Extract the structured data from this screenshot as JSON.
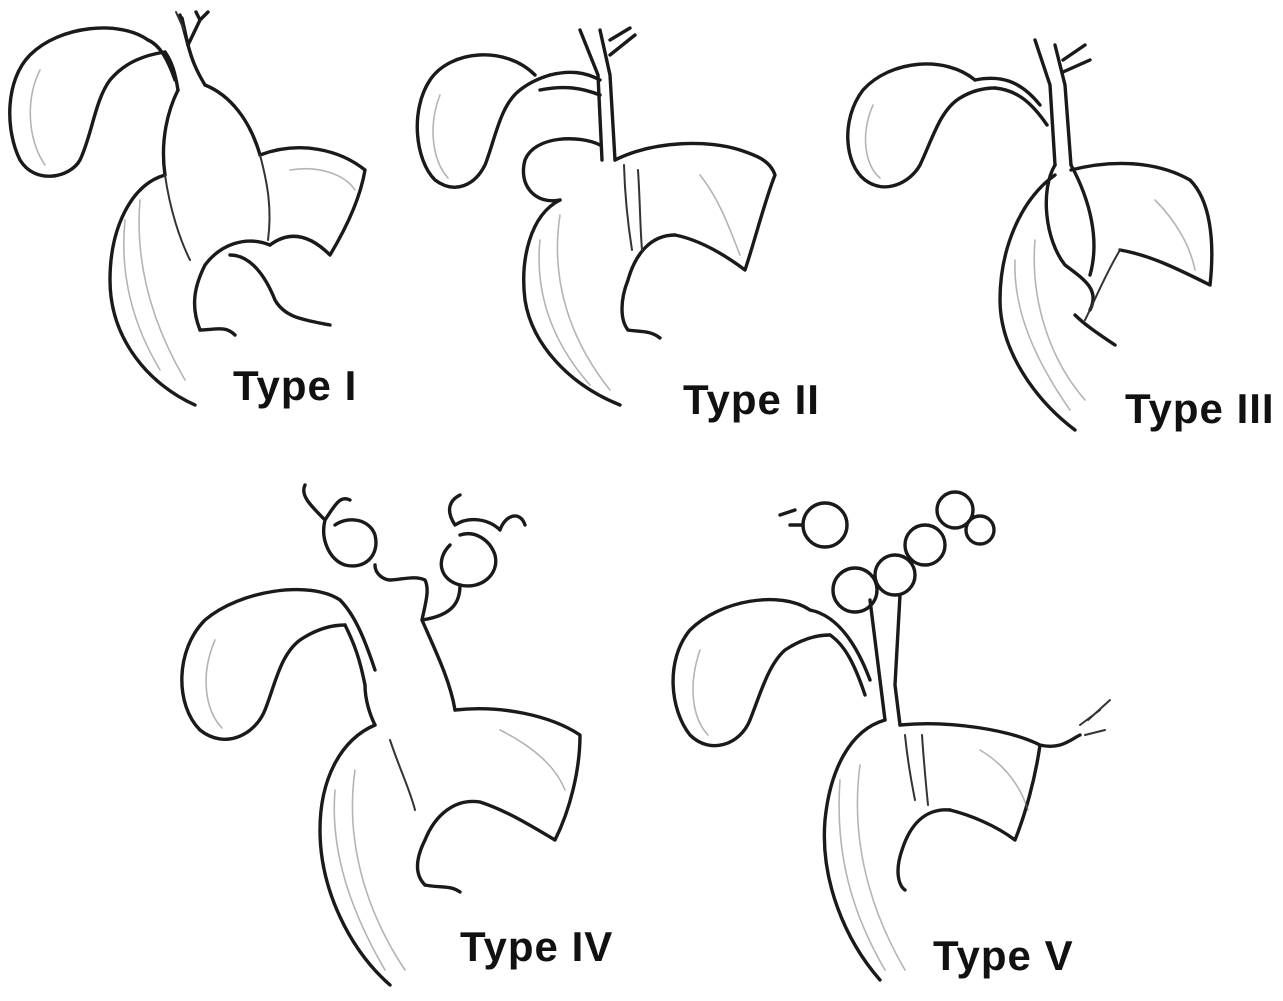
{
  "panels": [
    {
      "id": "type-1",
      "label": "Type I"
    },
    {
      "id": "type-2",
      "label": "Type II"
    },
    {
      "id": "type-3",
      "label": "Type III"
    },
    {
      "id": "type-4",
      "label": "Type IV"
    },
    {
      "id": "type-5",
      "label": "Type V"
    }
  ]
}
